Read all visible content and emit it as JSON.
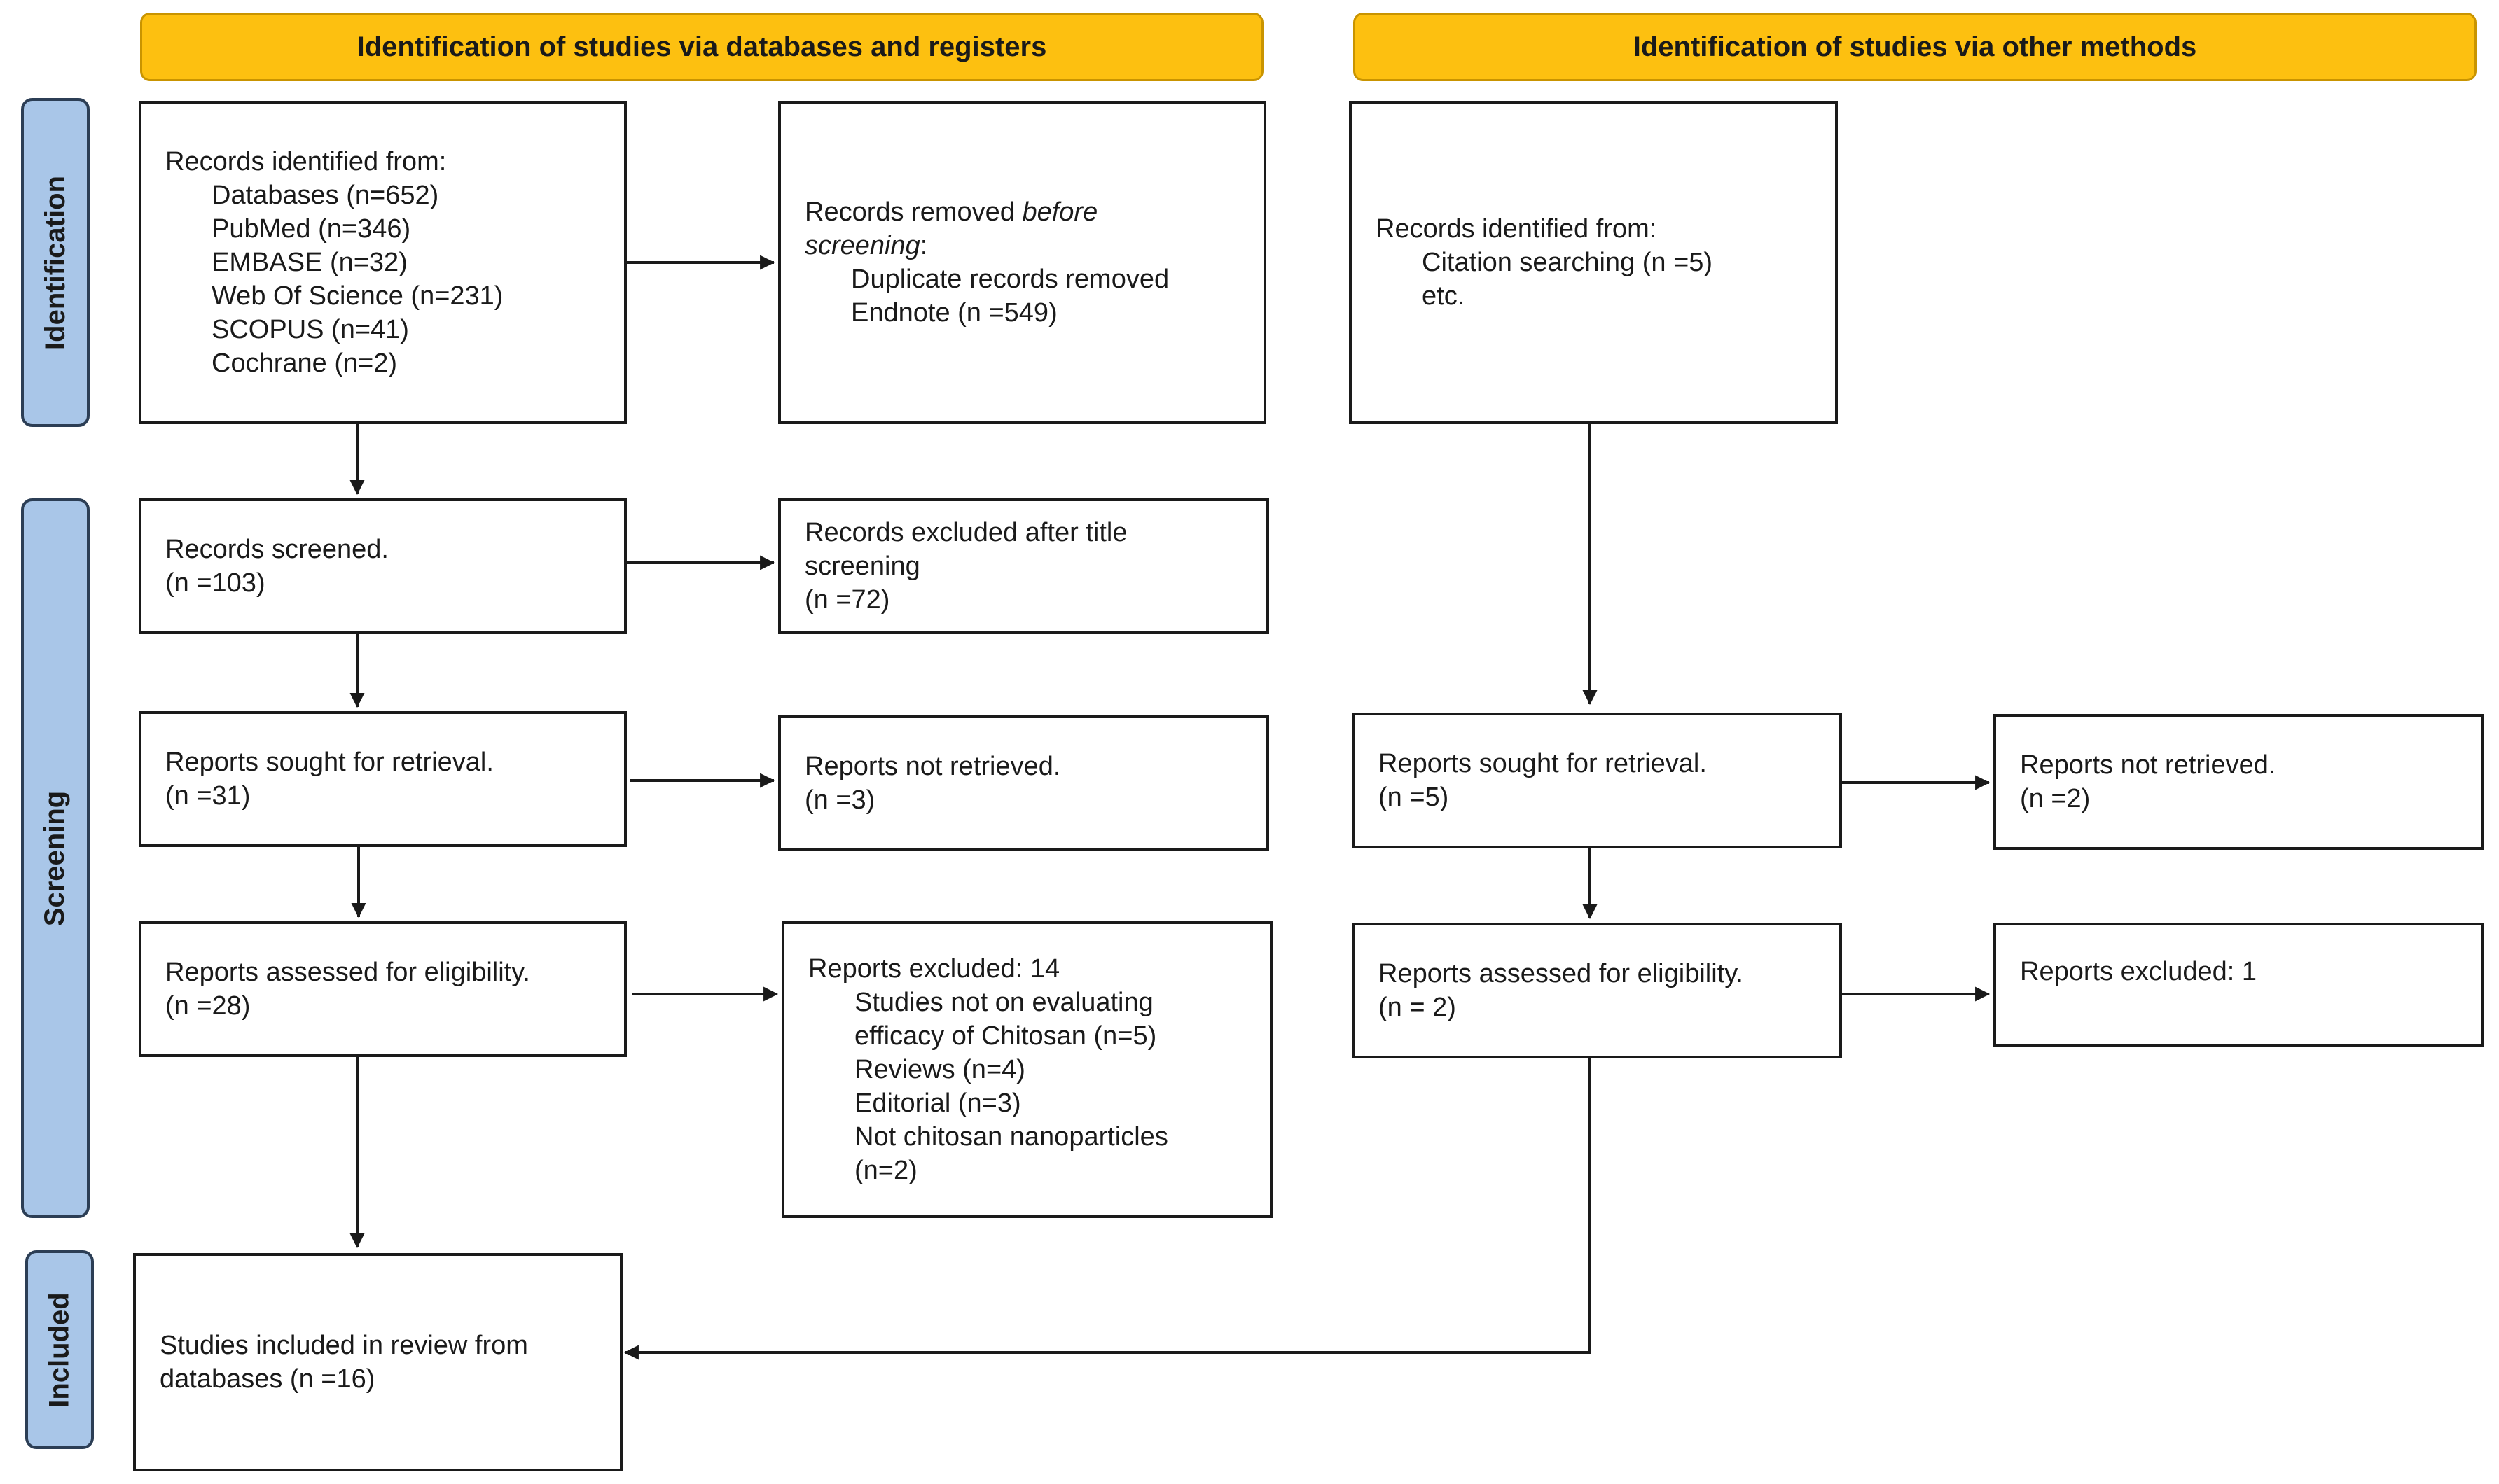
{
  "headers": {
    "left": "Identification of studies via databases and registers",
    "right": "Identification of studies via other methods"
  },
  "phases": {
    "identification": "Identification",
    "screening": "Screening",
    "included": "Included"
  },
  "db": {
    "records_identified": {
      "title": "Records identified from:",
      "items": [
        "Databases (n=652)",
        "PubMed (n=346)",
        "EMBASE (n=32)",
        "Web Of Science (n=231)",
        "SCOPUS (n=41)",
        "Cochrane (n=2)"
      ]
    },
    "records_removed": {
      "line1_prefix": "Records removed ",
      "line1_italic": "before",
      "line2_italic": "screening",
      "line2_suffix": ":",
      "items": [
        "Duplicate records removed",
        "Endnote (n =549)"
      ]
    },
    "records_screened": {
      "label": "Records screened.",
      "n": "(n =103)"
    },
    "records_excluded": {
      "lines": [
        "Records excluded after title",
        "screening",
        "(n =72)"
      ]
    },
    "reports_sought": {
      "label": "Reports sought for retrieval.",
      "n": "(n =31)"
    },
    "reports_not_retrieved": {
      "label": "Reports not retrieved.",
      "n": "(n =3)"
    },
    "reports_assessed": {
      "label": "Reports assessed for eligibility.",
      "n": "(n =28)"
    },
    "reports_excluded": {
      "title": "Reports excluded: 14",
      "items": [
        "Studies not on evaluating",
        "efficacy of Chitosan (n=5)",
        "Reviews (n=4)",
        "Editorial (n=3)",
        "Not chitosan nanoparticles",
        "(n=2)"
      ]
    },
    "included": {
      "lines": [
        "Studies included in review from",
        "databases (n =16)"
      ]
    }
  },
  "other": {
    "records_identified": {
      "title": "Records identified from:",
      "items": [
        "Citation searching (n =5)",
        "etc."
      ]
    },
    "reports_sought": {
      "label": "Reports sought for retrieval.",
      "n": "(n =5)"
    },
    "reports_not_retrieved": {
      "label": "Reports not retrieved.",
      "n": "(n =2)"
    },
    "reports_assessed": {
      "label": "Reports assessed for eligibility.",
      "n": "(n = 2)"
    },
    "reports_excluded": {
      "title": "Reports excluded: 1"
    }
  },
  "colors": {
    "header_fill": "#fdc010",
    "phase_fill": "#a9c6e8",
    "line": "#1a1a1a"
  }
}
